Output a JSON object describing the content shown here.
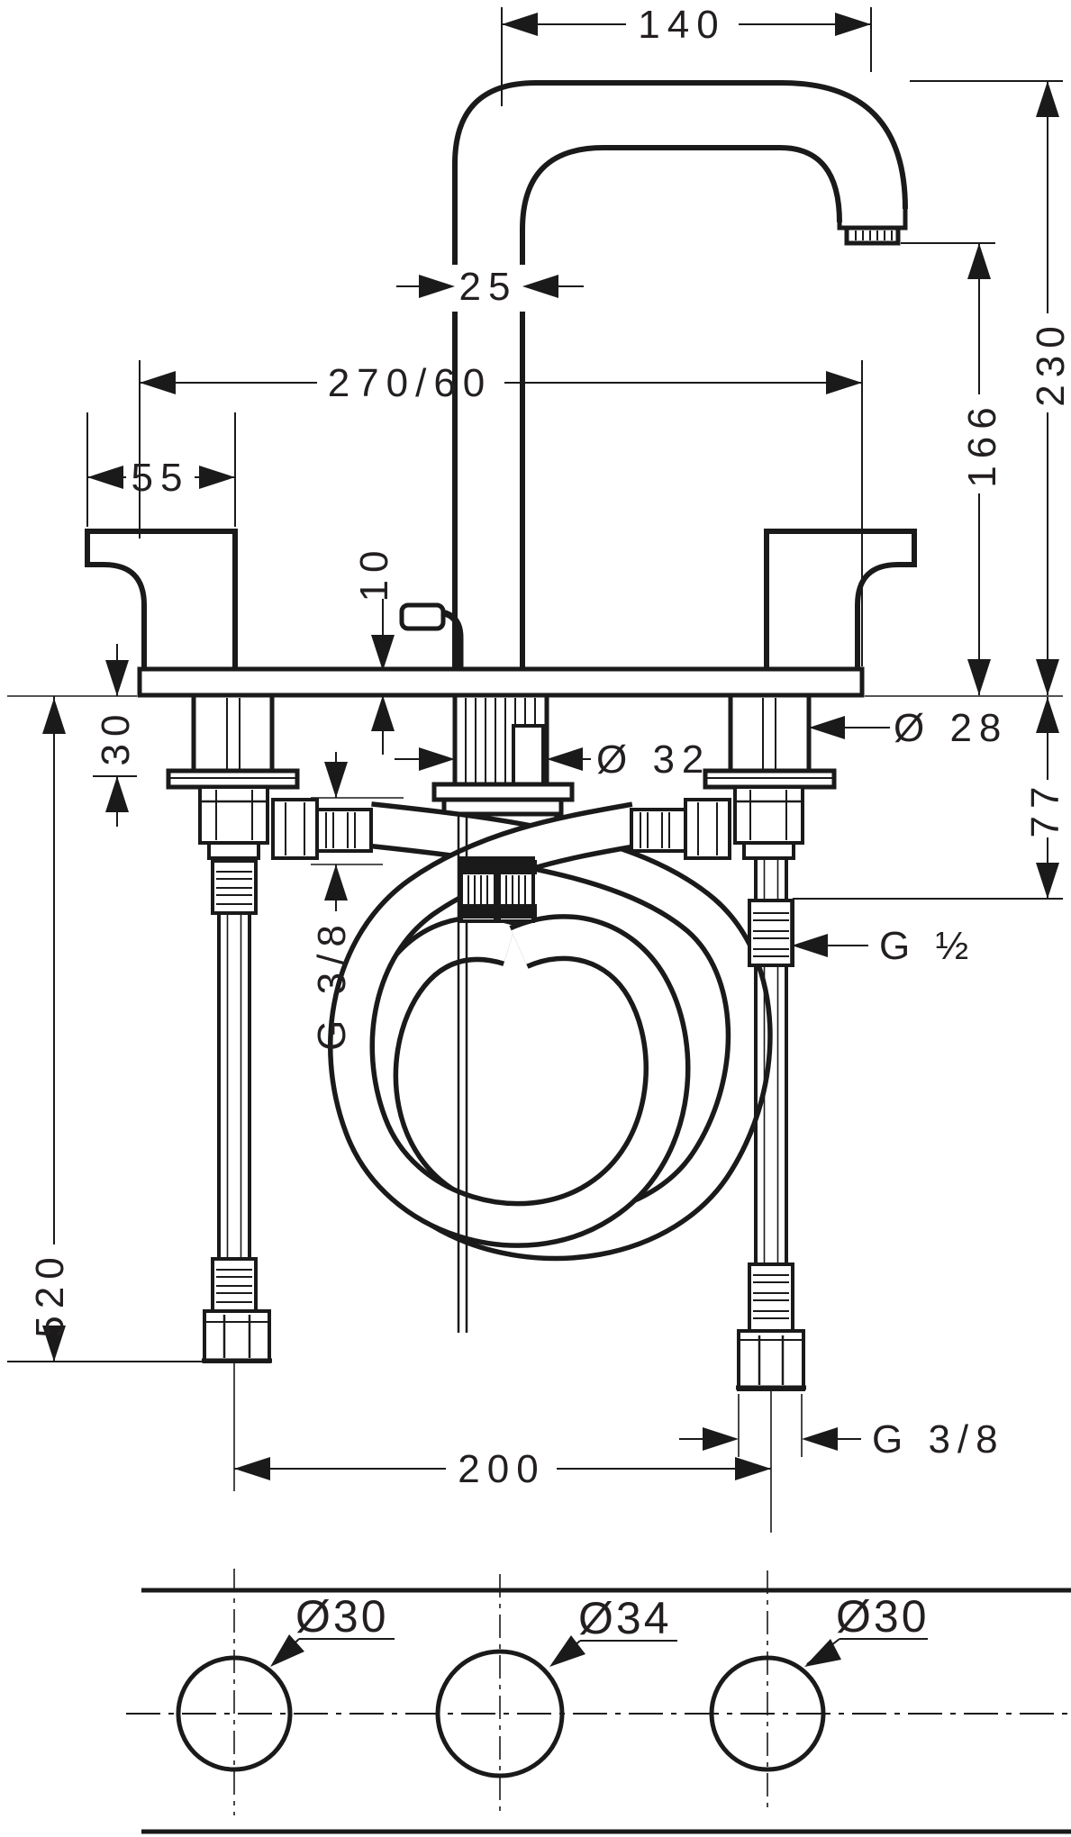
{
  "drawing": {
    "kind": "technical-dimension-drawing",
    "subject": "3-hole basin mixer with pop-up waste, front view and hole layout",
    "unit": "mm",
    "line_color": "#1a1a1a",
    "background": "#ffffff"
  },
  "dims": {
    "spout_reach": "140",
    "spout_pipe_width": "25",
    "base_width": "270/60",
    "handle_length": "55",
    "plate_thickness": "10",
    "total_height": "230",
    "outlet_height": "166",
    "deck_thickness": "30",
    "shank_diameter": "Ø 28",
    "center_diameter": "Ø 32",
    "below_deck_height": "77",
    "hose_length": "520",
    "hose_thread": "G 3/8",
    "shank_thread": "G ½",
    "supply_thread": "G 3/8",
    "hole_spacing": "200",
    "hole_left": "Ø30",
    "hole_center": "Ø34",
    "hole_right": "Ø30"
  }
}
